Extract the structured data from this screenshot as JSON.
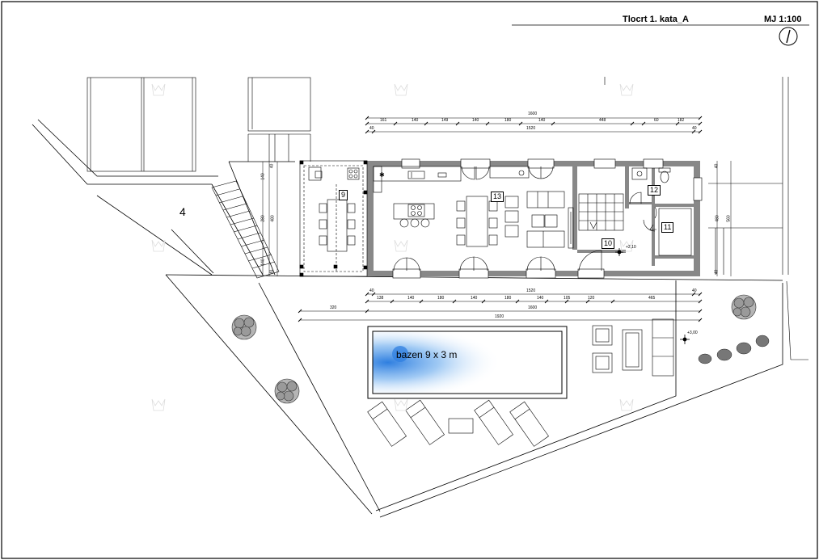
{
  "sheet": {
    "title": "Tlocrt 1. kata_A",
    "scale": "MJ 1:100",
    "side_label": "4",
    "pool_label": "bazen 9 x 3 m"
  },
  "rooms": [
    "9",
    "13",
    "12",
    "11",
    "10"
  ],
  "elevations": [
    "+2,10",
    "+3,00"
  ],
  "dims_top_row1": [
    "1600"
  ],
  "dims_top_row2": [
    "161",
    "140",
    "149",
    "140",
    "180",
    "140",
    "448",
    "60",
    "182"
  ],
  "dims_top_row3": [
    "40",
    "1520",
    "40"
  ],
  "dims_bottom_row1": [
    "40",
    "1520",
    "40"
  ],
  "dims_bottom_row2": [
    "138",
    "140",
    "180",
    "140",
    "180",
    "140",
    "105",
    "120",
    "465"
  ],
  "dims_bottom_row3": [
    "320",
    "1600"
  ],
  "dims_bottom_row4": [
    "1920"
  ],
  "dims_left_vert": [
    "140",
    "280",
    "480",
    "140",
    "40",
    "40"
  ],
  "dims_right_vert": [
    "40",
    "480",
    "560",
    "40"
  ],
  "colors": {
    "wall": "#888888",
    "line": "#000000",
    "water": "#2f7fe0",
    "watermark": "#d8d8d8"
  },
  "icons": [
    "north-arrow-icon",
    "tree-icon",
    "shrub-icon",
    "sun-lounger-icon",
    "stair-icon",
    "door-swing-icon",
    "stove-icon",
    "sink-icon",
    "toilet-icon",
    "elevation-marker-icon"
  ]
}
